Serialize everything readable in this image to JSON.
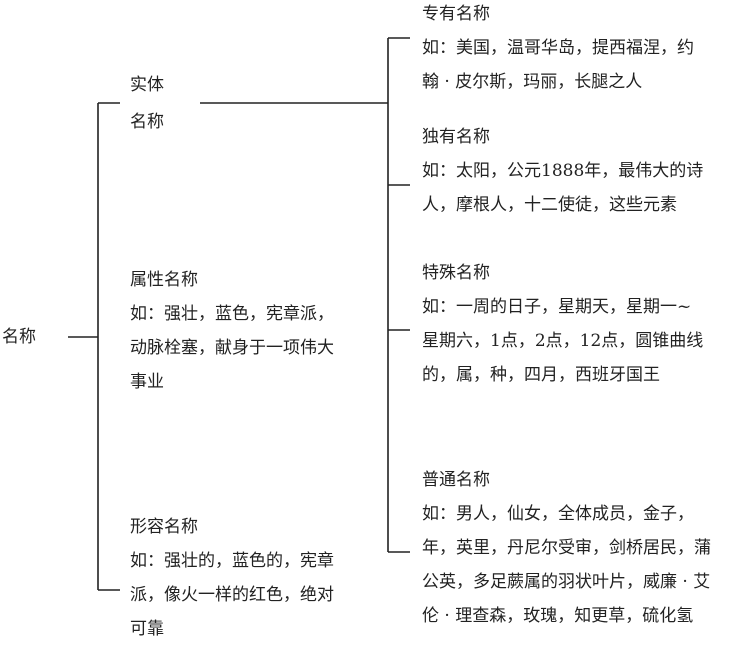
{
  "root": {
    "label": "名称"
  },
  "left": {
    "entity": {
      "line1": "实体",
      "line2": "名称"
    },
    "attribute": {
      "title": "属性名称",
      "lines": [
        "如：强壮，蓝色，宪章派，",
        "动脉栓塞，献身于一项伟大",
        "事业"
      ]
    },
    "adjective": {
      "title": "形容名称",
      "lines": [
        "如：强壮的，蓝色的，宪章",
        "派，像火一样的红色，绝对",
        "可靠"
      ]
    }
  },
  "right": {
    "proper": {
      "title": "专有名称",
      "lines": [
        "如：美国，温哥华岛，提西福涅，约",
        "翰 · 皮尔斯，玛丽，长腿之人"
      ]
    },
    "unique": {
      "title": "独有名称",
      "lines": [
        "如：太阳，公元1888年，最伟大的诗",
        "人，摩根人，十二使徒，这些元素"
      ]
    },
    "special": {
      "title": "特殊名称",
      "lines": [
        "如：一周的日子，星期天，星期一~",
        "星期六，1点，2点，12点，圆锥曲线",
        "的，属，种，四月，西班牙国王"
      ]
    },
    "common": {
      "title": "普通名称",
      "lines": [
        "如：男人，仙女，全体成员，金子，",
        "年，英里，丹尼尔受审，剑桥居民，蒲",
        "公英，多足蕨属的羽状叶片，威廉 · 艾",
        "伦 · 理查森，玫瑰，知更草，硫化氢"
      ]
    }
  }
}
